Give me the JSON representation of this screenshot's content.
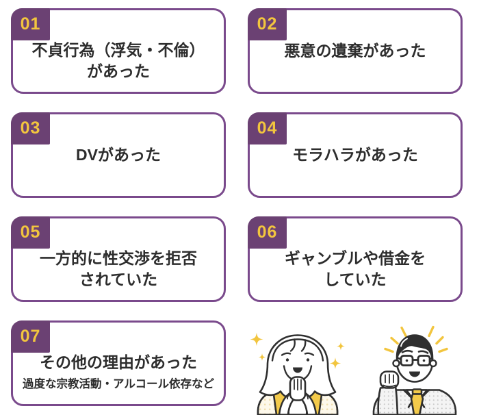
{
  "colors": {
    "card_border": "#7a4a8c",
    "badge_background": "#6b4173",
    "badge_number": "#f2c53e",
    "card_text": "#2d2d2d",
    "illustration_accent_yellow": "#f3ca4a"
  },
  "cards": [
    {
      "number": "01",
      "text": "不貞行為（浮気・不倫）\nがあった"
    },
    {
      "number": "02",
      "text": "悪意の遺棄があった"
    },
    {
      "number": "03",
      "text": "DVがあった"
    },
    {
      "number": "04",
      "text": "モラハラがあった"
    },
    {
      "number": "05",
      "text": "一方的に性交渉を拒否\nされていた"
    },
    {
      "number": "06",
      "text": "ギャンブルや借金を\nしていた"
    },
    {
      "number": "07",
      "text": "その他の理由があった",
      "subtext": "過度な宗教活動・アルコール依存など"
    }
  ],
  "illustration": {
    "elements": [
      "sparkle-icon",
      "woman-clasped-hands",
      "man-fist-pump-glasses",
      "excitement-rays-icon"
    ]
  }
}
